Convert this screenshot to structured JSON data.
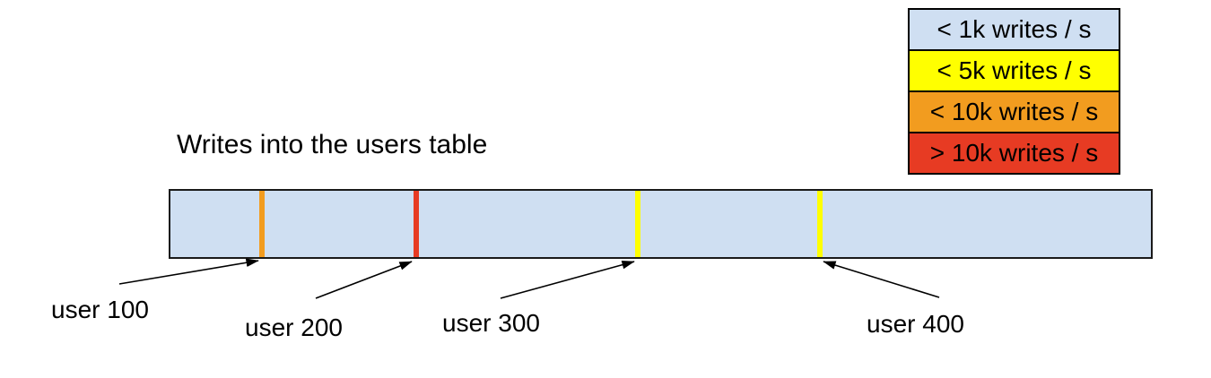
{
  "title": "Writes into the users table",
  "legend": {
    "items": [
      {
        "label": "< 1k writes / s",
        "color": "#cfdff2"
      },
      {
        "label": "< 5k writes / s",
        "color": "#ffff00"
      },
      {
        "label": "< 10k writes / s",
        "color": "#f29c1f"
      },
      {
        "label": "> 10k writes / s",
        "color": "#e73b23"
      }
    ]
  },
  "bar": {
    "fill": "#cfdff2",
    "background_meaning": "< 1k writes / s",
    "stripes": [
      {
        "user": "user 100",
        "color": "#f29c1f",
        "meaning": "< 10k writes / s"
      },
      {
        "user": "user 200",
        "color": "#e73b23",
        "meaning": "> 10k writes / s"
      },
      {
        "user": "user 300",
        "color": "#ffff00",
        "meaning": "< 5k writes / s"
      },
      {
        "user": "user 400",
        "color": "#ffff00",
        "meaning": "< 5k writes / s"
      }
    ]
  }
}
